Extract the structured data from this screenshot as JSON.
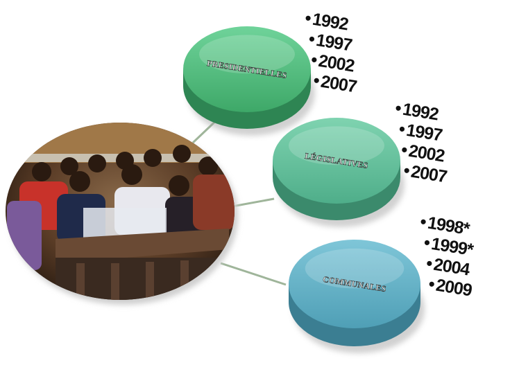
{
  "nodes": [
    {
      "label": "PRESIDENTIELLES",
      "color_top": "#6fd39a",
      "color_mid": "#3ea868",
      "color_side": "#2e8553",
      "years": [
        "1992",
        "1997",
        "2002",
        "2007"
      ]
    },
    {
      "label": "LÉGISLATIVES",
      "color_top": "#7fd3b0",
      "color_mid": "#4fae8a",
      "color_side": "#3b8a6c",
      "years": [
        "1992",
        "1997",
        "2002",
        "2007"
      ]
    },
    {
      "label": "COMMUNALES",
      "color_top": "#7fc6d8",
      "color_mid": "#4f9fb6",
      "color_side": "#3b7e92",
      "years": [
        "1998*",
        "1999*",
        "2004",
        "2009"
      ]
    }
  ],
  "photo": {
    "description_icon": "crowd-photo",
    "tone": "#6a4a30"
  },
  "connector_color": "#9fb59a"
}
